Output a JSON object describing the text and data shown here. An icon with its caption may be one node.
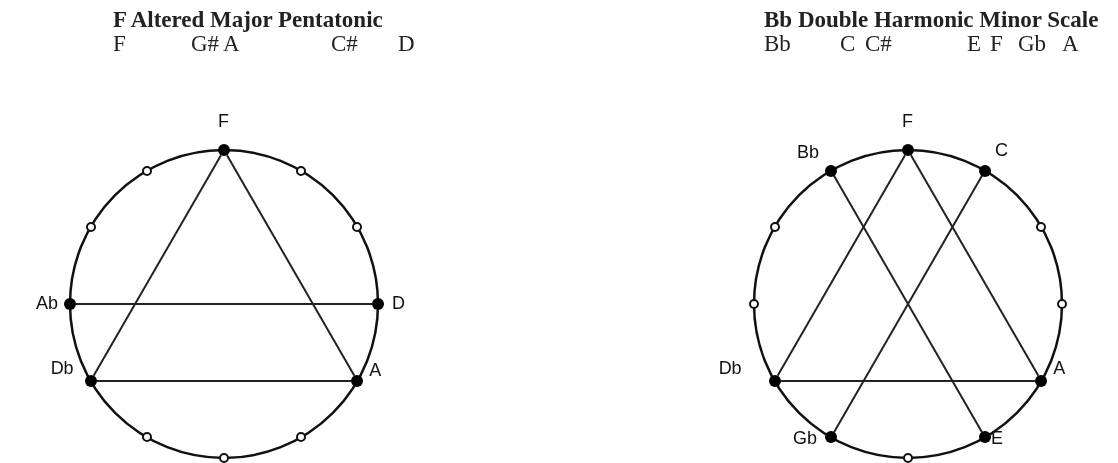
{
  "diagram": {
    "nodes": [
      {
        "text": [
          "F"
        ]
      },
      {
        "text": [],
        "shape": "circle"
      },
      {
        "text": [],
        "shape": "circle"
      },
      {
        "text": [
          "D"
        ]
      },
      {
        "text": [
          "A"
        ]
      },
      {
        "text": [],
        "shape": "circle"
      },
      {
        "text": [],
        "shape": "circle"
      },
      {
        "text": [],
        "shape": "circle"
      },
      {
        "text": [
          "Db"
        ]
      },
      {
        "text": [
          "Ab"
        ]
      },
      {
        "text": [],
        "shape": "circle"
      },
      {
        "text": [],
        "shape": "circle"
      },
      {
        "text": [
          "F"
        ]
      },
      {
        "text": [
          "C"
        ]
      },
      {
        "text": [],
        "shape": "circle"
      },
      {
        "text": [],
        "shape": "circle"
      },
      {
        "text": [
          "A"
        ]
      },
      {
        "text": [
          "E"
        ]
      },
      {
        "text": [],
        "shape": "circle"
      },
      {
        "text": [
          "Gb"
        ]
      },
      {
        "text": [
          "Db"
        ]
      },
      {
        "text": [],
        "shape": "circle"
      },
      {
        "text": [],
        "shape": "circle"
      },
      {
        "text": [
          "Bb"
        ]
      }
    ],
    "edges": [
      {
        "from": 0,
        "to": 8,
        "arrow": "none"
      },
      {
        "from": 0,
        "to": 4,
        "arrow": "none"
      },
      {
        "from": 9,
        "to": 3,
        "arrow": "none"
      },
      {
        "from": 8,
        "to": 4,
        "arrow": "none"
      },
      {
        "from": 23,
        "to": 17,
        "arrow": "none"
      },
      {
        "from": 12,
        "to": 20,
        "arrow": "none"
      },
      {
        "from": 12,
        "to": 16,
        "arrow": "none"
      },
      {
        "from": 13,
        "to": 19,
        "arrow": "none"
      },
      {
        "from": 20,
        "to": 16,
        "arrow": "none"
      }
    ],
    "labels": [
      "F Altered Major Pentatonic",
      "F",
      "G#",
      "A",
      "C#",
      "D",
      "Bb Double Harmonic Minor Scale",
      "Bb",
      "C",
      "C#",
      "E",
      "F",
      "Gb",
      "A"
    ]
  }
}
